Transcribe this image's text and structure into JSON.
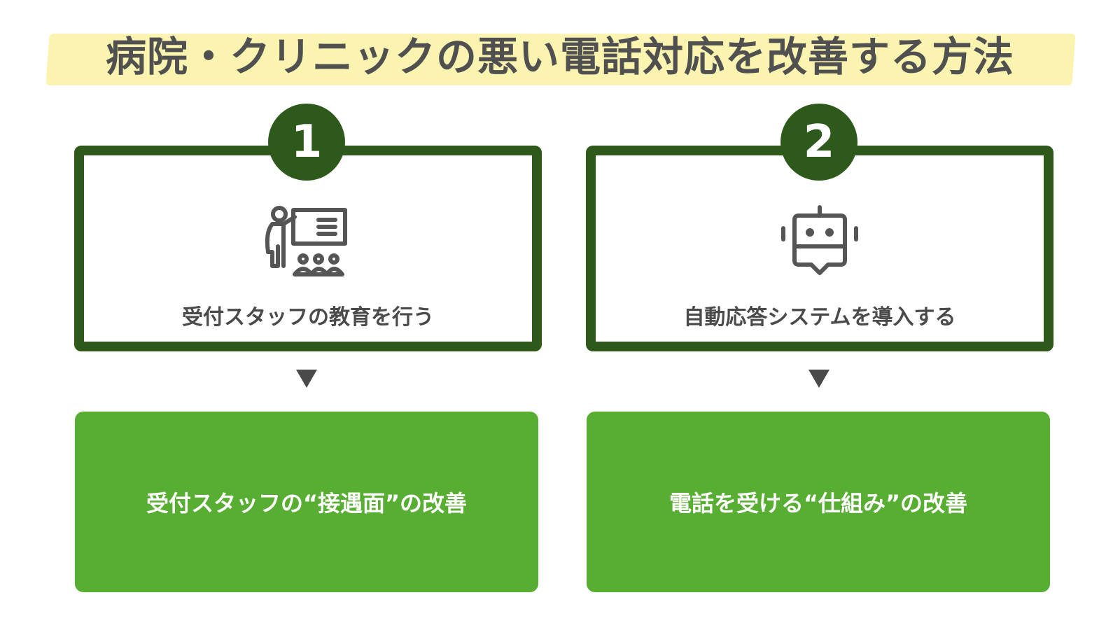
{
  "title": "病院・クリニックの悪い電話対応を改善する方法",
  "colors": {
    "dark_green": "#2d5a1b",
    "green": "#58ae33",
    "highlight": "#fbf4b0"
  },
  "steps": [
    {
      "number": "1",
      "icon": "teacher-presentation-icon",
      "label": "受付スタッフの教育を行う",
      "result": "受付スタッフの“接遇面”の改善"
    },
    {
      "number": "2",
      "icon": "robot-chat-icon",
      "label": "自動応答システムを導入する",
      "result": "電話を受ける“仕組み”の改善"
    }
  ]
}
